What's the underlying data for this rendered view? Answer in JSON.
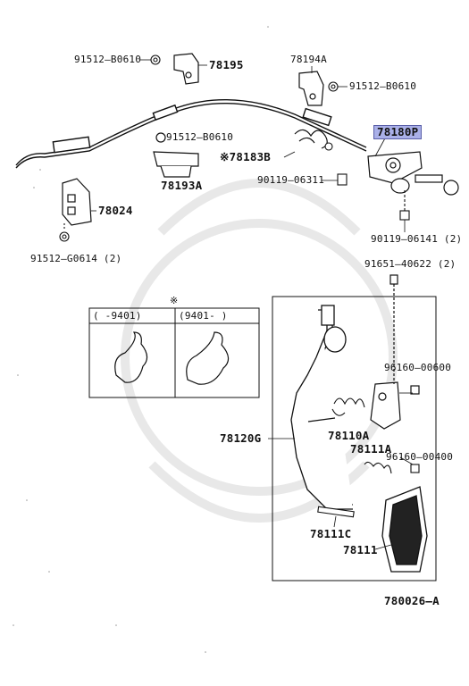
{
  "diagram": {
    "code": "780026–A",
    "asterisk": "※",
    "inset": {
      "col1": "(      -9401)",
      "col2": "(9401-      )"
    },
    "parts": {
      "p78195": "78195",
      "p91512_top_left": "91512–B0610",
      "p78194A": "78194A",
      "p91512_top_right": "91512–B0610",
      "p78180P": "78180P",
      "p91512_mid": "91512–B0610",
      "p78183B": "※78183B",
      "p78193A": "78193A",
      "p90119_06311": "90119–06311",
      "p78024": "78024",
      "p91512_G0614": "91512–G0614 (2)",
      "p90119_06141": "90119–06141 (2)",
      "p91651": "91651–40622 (2)",
      "p96160_00600": "96160–00600",
      "p78110A": "78110A",
      "p78120G": "78120G",
      "p78111A": "78111A",
      "p96160_00400": "96160–00400",
      "p78111C": "78111C",
      "p78111": "78111"
    }
  },
  "colors": {
    "highlight": "#aab0e8",
    "ink": "#111111",
    "watermark": "#e6e6e6"
  }
}
